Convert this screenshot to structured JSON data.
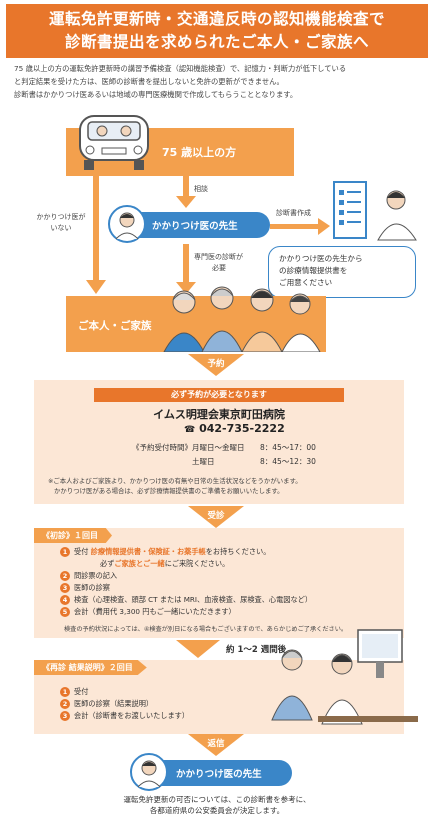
{
  "banner": {
    "line1": "運転免許更新時・交通違反時の認知機能検査で",
    "line2": "診断書提出を求められたご本人・ご家族へ"
  },
  "intro": {
    "line1": "75 歳以上の方の運転免許更新時の講習予備検査（認知機能検査）で、記憶力・判断力が低下している",
    "line2": "と判定結果を受けた方は、医師の診断書を提出しないと免許の更新ができません。",
    "line3": "診断書はかかりつけ医あるいは地域の専門医療機関で作成してもらうこととなります。"
  },
  "flow": {
    "elder_label": "75 歳以上の方",
    "consult_label": "相談",
    "no_doctor_line1": "かかりつけ医が",
    "no_doctor_line2": "いない",
    "doctor_label": "かかりつけ医の先生",
    "certificate_label": "診断書作成",
    "specialist_line1": "専門医の診断が",
    "specialist_line2": "必要",
    "bubble_line1": "かかりつけ医の先生から",
    "bubble_line2": "の診療情報提供書を",
    "bubble_line3": "ご用意ください",
    "family_label": "ご本人・ご家族",
    "reserve_chevron": "予約"
  },
  "reservation": {
    "header": "必ず予約が必要となります",
    "hospital": "イムス明理会東京町田病院",
    "phone_icon": "phone-icon",
    "phone": "042-735-2222",
    "hours_label": "《予約受付時間》月曜日～金曜日",
    "hours_weekday": "8：45～17：00",
    "hours_saturday_label": "土曜日",
    "hours_saturday": "8：45～12：30",
    "note1": "※ご本人およびご家族より、かかりつけ医の有無や日常の生活状況などをうかがいます。",
    "note2": "かかりつけ医がある場合は、必ず診療情報提供書のご準備をお願いいたします。"
  },
  "visit_chevron": "受診",
  "first_visit": {
    "tag": "《初診》１回目",
    "s1_prefix": "受付",
    "s1_red": "診療情報提供書・保険証・お薬手帳",
    "s1_suffix": "をお持ちください。",
    "s1b_prefix": "必ず",
    "s1b_red": "ご家族とご一緒",
    "s1b_suffix": "にご来院ください。",
    "s2": "問診票の記入",
    "s3": "医師の診察",
    "s4": "検査（心理検査、頭部 CT または MRI、血液検査、尿検査、心電図など）",
    "s5": "会計（費用代 3,300 円もご一緒にいただきます）",
    "note": "検査の予約状況によっては、④検査が別日になる場合もございますので、あらかじめご了承ください。"
  },
  "interval": "約 1～2 週間後",
  "second_visit": {
    "tag": "《再診 結果説明》２回目",
    "s1": "受付",
    "s2": "医師の診察（結果説明）",
    "s3": "会計（診断書をお渡しいたします）"
  },
  "return_chevron": "返信",
  "final_doctor": "かかりつけ医の先生",
  "footer": {
    "line1": "運転免許更新の可否については、この診断書を参考に、",
    "line2": "各都道府県の公安委員会が決定します。"
  },
  "colors": {
    "orange": "#f3a04d",
    "dark_orange": "#e8762b",
    "blue": "#3a86c8",
    "panel": "#fce7d6"
  }
}
